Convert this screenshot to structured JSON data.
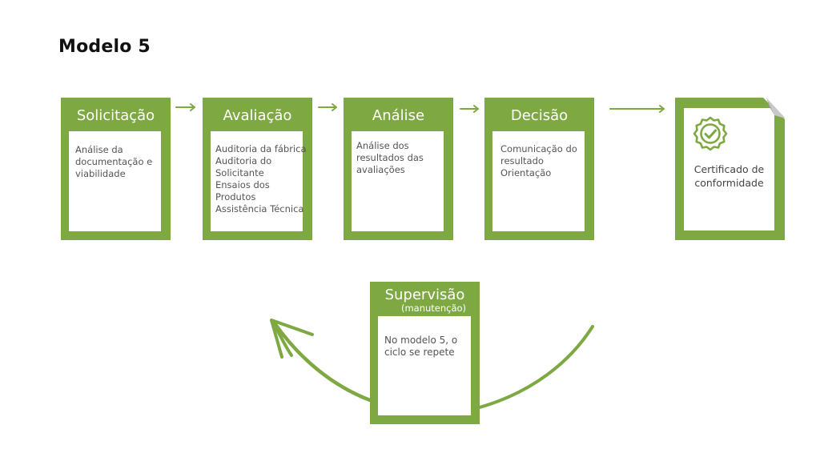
{
  "title": "Modelo 5",
  "colors": {
    "accent": "#7ea842",
    "box_text": "#555555"
  },
  "steps": [
    {
      "title": "Solicitação",
      "lines": [
        "Análise da",
        "documentação e",
        "viabilidade"
      ]
    },
    {
      "title": "Avaliação",
      "lines": [
        "Auditoria da fábrica",
        "Auditoria do",
        "Solicitante",
        "Ensaios dos",
        "Produtos",
        "Assistência Técnica"
      ]
    },
    {
      "title": "Análise",
      "lines": [
        "Análise dos",
        "resultados das",
        "avaliações"
      ]
    },
    {
      "title": "Decisão",
      "lines": [
        "Comunicação do",
        "resultado",
        "Orientação"
      ]
    }
  ],
  "certificate": {
    "icon": "certified-badge-icon",
    "lines": [
      "Certificado de",
      "conformidade"
    ]
  },
  "supervision": {
    "title": "Supervisão",
    "subtitle": "(manutenção)",
    "lines": [
      "No modelo 5, o",
      "ciclo se repete"
    ]
  }
}
